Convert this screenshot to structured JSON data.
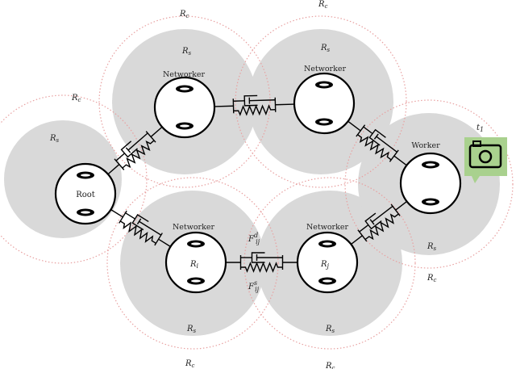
{
  "nodes": [
    {
      "id": "root",
      "label": "Root"
    },
    {
      "id": "nw_tl",
      "label": "Networker"
    },
    {
      "id": "nw_tr",
      "label": "Networker"
    },
    {
      "id": "nw_bl",
      "label": "Networker",
      "inner": "R",
      "inner_sub": "i"
    },
    {
      "id": "nw_br",
      "label": "Networker",
      "inner": "R",
      "inner_sub": "j"
    },
    {
      "id": "worker",
      "label": "Worker"
    }
  ],
  "links": [
    {
      "from": "root",
      "to": "nw_tl"
    },
    {
      "from": "nw_tl",
      "to": "nw_tr"
    },
    {
      "from": "nw_tr",
      "to": "worker"
    },
    {
      "from": "root",
      "to": "nw_bl"
    },
    {
      "from": "nw_bl",
      "to": "nw_br"
    },
    {
      "from": "nw_br",
      "to": "worker"
    }
  ],
  "range_labels": {
    "sensing": {
      "text": "R",
      "sub": "s"
    },
    "communication": {
      "text": "R",
      "sub": "c"
    }
  },
  "forces": {
    "damper": {
      "text": "F",
      "sub": "ij",
      "sup": "d"
    },
    "spring": {
      "text": "F",
      "sub": "ij",
      "sup": "s"
    }
  },
  "target": {
    "label": "t",
    "label_sub": "1",
    "icon": "camera-icon",
    "color": "#a9d18e"
  },
  "colors": {
    "sensing_fill": "#d9d9d9",
    "comm_ring": "#e8a0a0",
    "stroke": "#000000"
  }
}
